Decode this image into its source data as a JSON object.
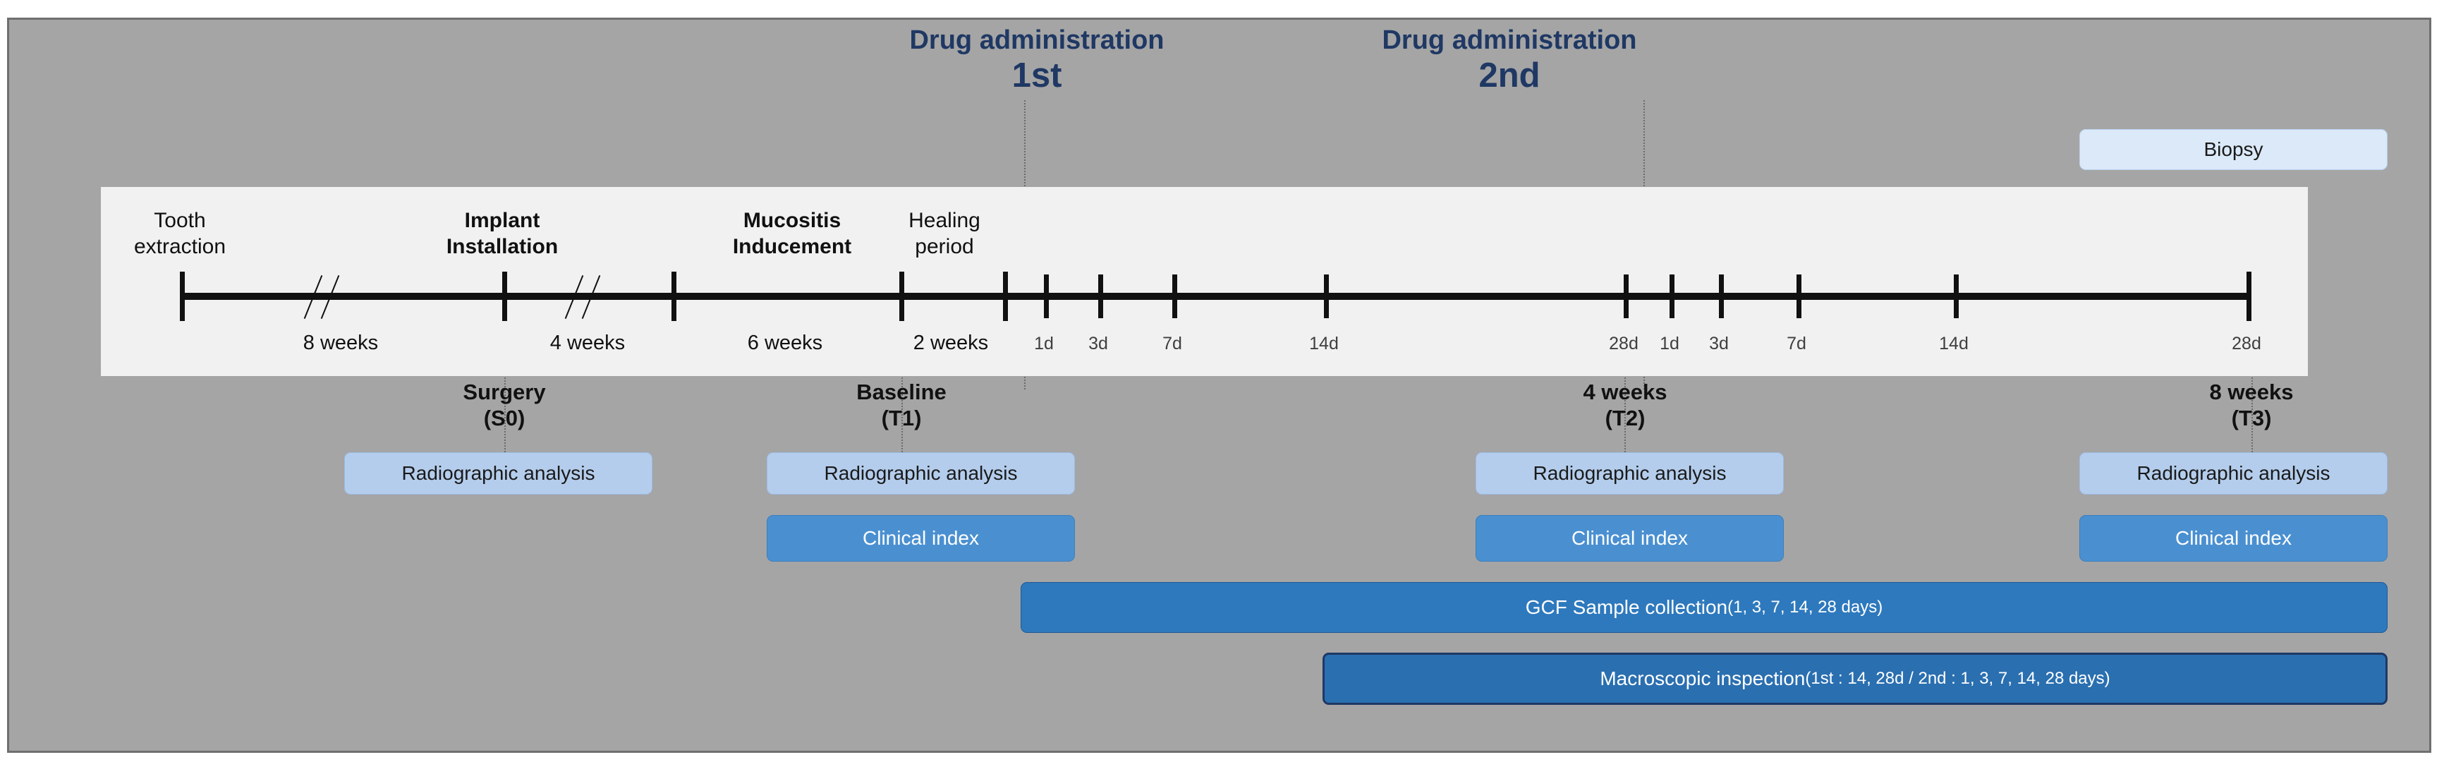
{
  "figure": {
    "type": "study-timeline-diagram",
    "background_color": "#a5a5a5",
    "panel_color": "#f1f1f1"
  },
  "callouts": [
    {
      "line1": "Drug administration",
      "line2": "1st",
      "color": "#1F3864"
    },
    {
      "line1": "Drug administration",
      "line2": "2nd",
      "color": "#1F3864"
    }
  ],
  "axis_events": [
    {
      "label_line1": "Tooth",
      "label_line2": "extraction",
      "bold": false
    },
    {
      "label_line1": "Implant",
      "label_line2": "Installation",
      "bold": true
    },
    {
      "label_line1": "Mucositis",
      "label_line2": "Inducement",
      "bold": true
    },
    {
      "label_line1": "Healing",
      "label_line2": "period",
      "bold": false
    }
  ],
  "intervals": [
    {
      "label": "8 weeks"
    },
    {
      "label": "4 weeks"
    },
    {
      "label": "6 weeks"
    },
    {
      "label": "2 weeks"
    }
  ],
  "day_ticks_first": [
    "1d",
    "3d",
    "7d",
    "14d",
    "28d"
  ],
  "day_ticks_second": [
    "1d",
    "3d",
    "7d",
    "14d",
    "28d"
  ],
  "milestones": [
    {
      "name": "Surgery",
      "code": "(S0)"
    },
    {
      "name": "Baseline",
      "code": "(T1)"
    },
    {
      "name": "4 weeks",
      "code": "(T2)"
    },
    {
      "name": "8 weeks",
      "code": "(T3)"
    }
  ],
  "boxes": {
    "biopsy": "Biopsy",
    "radiographic": "Radiographic analysis",
    "clinical": "Clinical index",
    "gcf_main": "GCF Sample collection",
    "gcf_sub": "(1, 3, 7, 14, 28 days)",
    "macro_main": "Macroscopic inspection",
    "macro_sub": "(1st : 14, 28d / 2nd :  1, 3, 7, 14, 28 days)"
  },
  "colors": {
    "callout_blue": "#1F3864",
    "very_light_blue": "#DCE9F8",
    "light_blue": "#B4CDEC",
    "mid_blue": "#4A90D1",
    "deep_blue": "#2E79BD",
    "navy_border": "#1F3864"
  }
}
